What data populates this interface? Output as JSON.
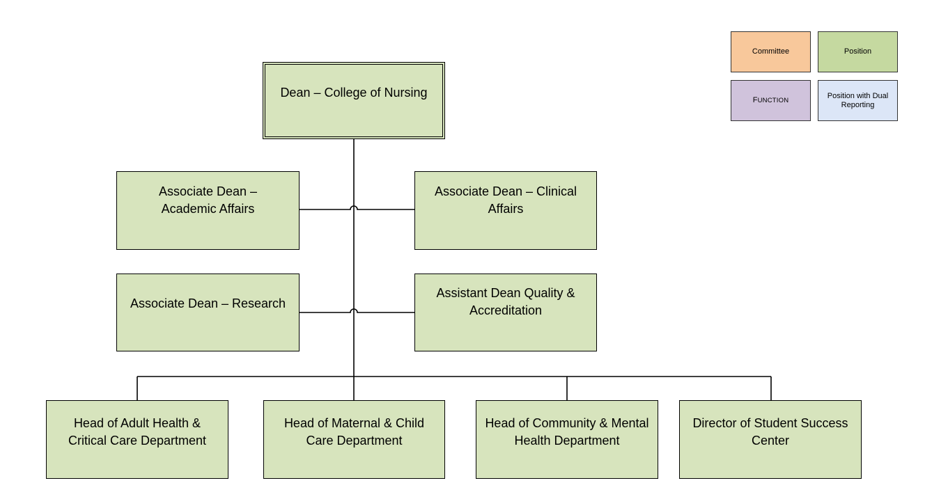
{
  "chart": {
    "root": "Dean – College of Nursing",
    "left_column": [
      "Associate Dean – Academic Affairs",
      "Associate Dean – Research"
    ],
    "right_column": [
      "Associate Dean – Clinical Affairs",
      "Assistant Dean Quality & Accreditation"
    ],
    "bottom_row": [
      "Head of Adult Health & Critical Care Department",
      "Head of Maternal & Child Care Department",
      "Head of Community & Mental Health Department",
      "Director of Student Success Center"
    ]
  },
  "legend": {
    "items": [
      {
        "label": "Committee",
        "color": "#f8c89b"
      },
      {
        "label": "Position",
        "color": "#c5d9a0"
      },
      {
        "label": "Function",
        "color": "#d0c3dc"
      },
      {
        "label": "Position with Dual Reporting",
        "color": "#dce6f7"
      }
    ]
  },
  "colors": {
    "box_fill": "#d7e4bd",
    "line": "#000000"
  }
}
